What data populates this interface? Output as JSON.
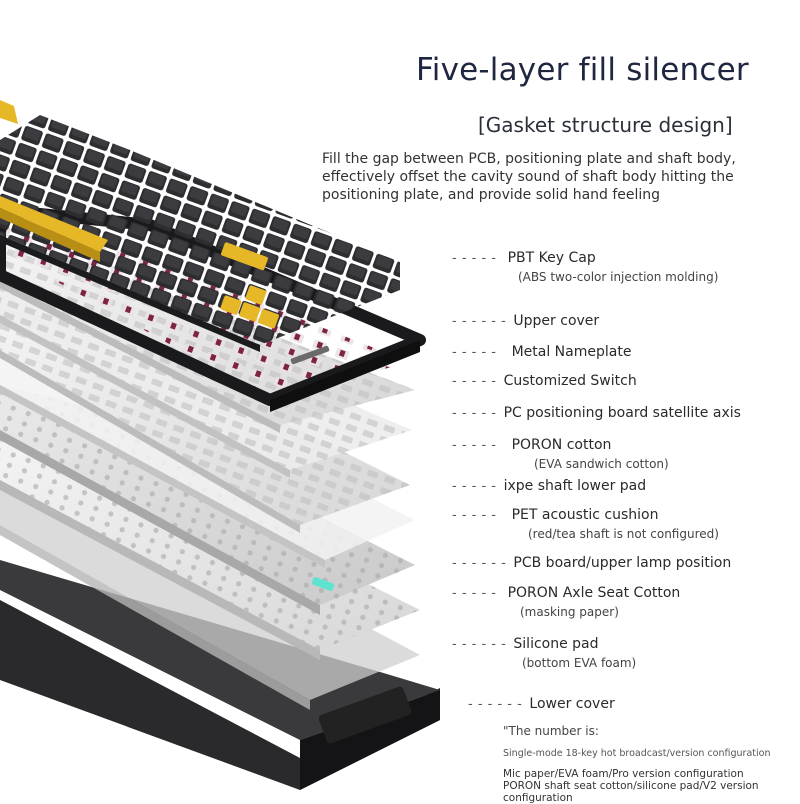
{
  "header": {
    "title": "Five-layer fill silencer",
    "subtitle": "[Gasket structure design]",
    "description": "Fill the gap between PCB, positioning plate and shaft body, effectively offset the cavity sound of shaft body hitting the positioning plate, and provide solid hand feeling"
  },
  "layers": [
    {
      "dash": "- - - - -",
      "name": "PBT Key Cap",
      "sub": "(ABS two-color injection molding)"
    },
    {
      "dash": "- - - - - -",
      "name": "Upper cover",
      "sub": ""
    },
    {
      "dash": "- - - - -",
      "name": "Metal Nameplate",
      "sub": ""
    },
    {
      "dash": "- - - - -",
      "name": "Customized Switch",
      "sub": ""
    },
    {
      "dash": "- - - - -",
      "name": "PC positioning board satellite axis",
      "sub": ""
    },
    {
      "dash": "- - - - -",
      "name": "PORON cotton",
      "sub": "(EVA sandwich cotton)"
    },
    {
      "dash": "- - - - -",
      "name": "ixpe shaft lower pad",
      "sub": ""
    },
    {
      "dash": "- - - - -",
      "name": "PET acoustic cushion",
      "sub": "(red/tea shaft is not configured)"
    },
    {
      "dash": "- - - - - -",
      "name": "PCB board/upper lamp position",
      "sub": ""
    },
    {
      "dash": "- - - - -",
      "name": "PORON Axle Seat Cotton",
      "sub": "(masking paper)"
    },
    {
      "dash": "- - - - - -",
      "name": "Silicone pad",
      "sub": "(bottom EVA foam)"
    },
    {
      "dash": "- - - - - -",
      "name": "Lower cover",
      "sub": ""
    }
  ],
  "note": {
    "heading": "\"The number is:",
    "line1": "Single-mode 18-key hot broadcast/version configuration",
    "line2": "Mic paper/EVA foam/Pro version configuration PORON shaft seat cotton/silicone pad/V2 version configuration"
  },
  "colors": {
    "keycap_black": "#2a2a2c",
    "keycap_yellow": "#e6b726",
    "switch_red": "#8a2a4a",
    "plate_gray": "#dcdcdc",
    "case_black": "#1f1f21",
    "title_navy": "#1f2640"
  }
}
